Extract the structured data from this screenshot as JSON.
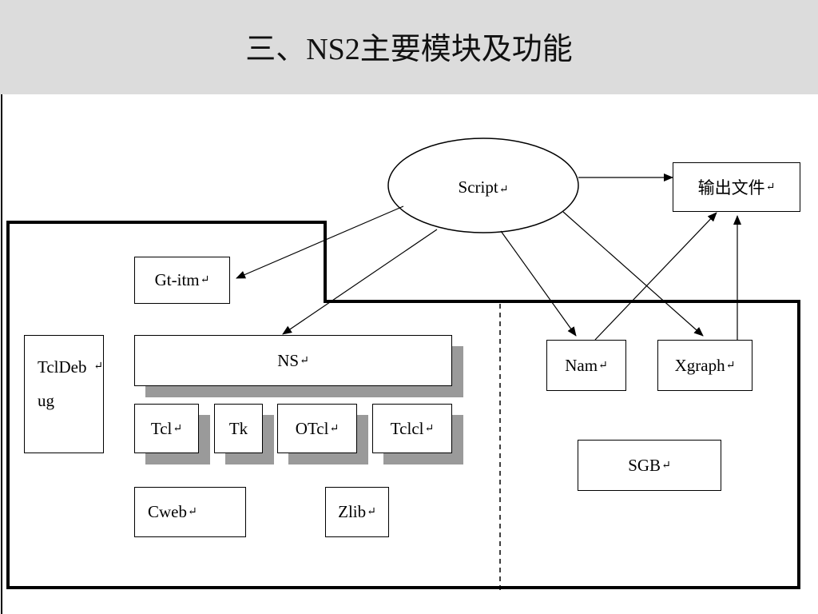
{
  "slide": {
    "title": "三、NS2主要模块及功能"
  },
  "diagram": {
    "return_mark": "↵",
    "nodes": {
      "script": "Script",
      "output_file": "输出文件",
      "gt_itm": "Gt-itm",
      "tcldebug": "TclDebug",
      "ns": "NS",
      "tcl": "Tcl",
      "tk": "Tk",
      "otcl": "OTcl",
      "tclcl": "Tclcl",
      "cweb": "Cweb",
      "zlib": "Zlib",
      "nam": "Nam",
      "xgraph": "Xgraph",
      "sgb": "SGB"
    }
  }
}
